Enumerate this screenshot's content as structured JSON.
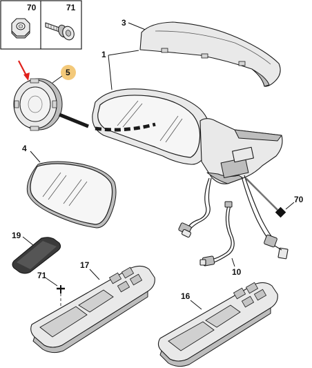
{
  "callouts": {
    "c70_top": "70",
    "c71_top": "71",
    "c3": "3",
    "c1": "1",
    "c5": "5",
    "c4": "4",
    "c70_right": "70",
    "c19": "19",
    "c17": "17",
    "c71_left": "71",
    "c10": "10",
    "c16": "16"
  },
  "colors": {
    "arrow": "#e0201b",
    "highlight_badge": "#f3c97a",
    "line": "#1a1a1a"
  }
}
